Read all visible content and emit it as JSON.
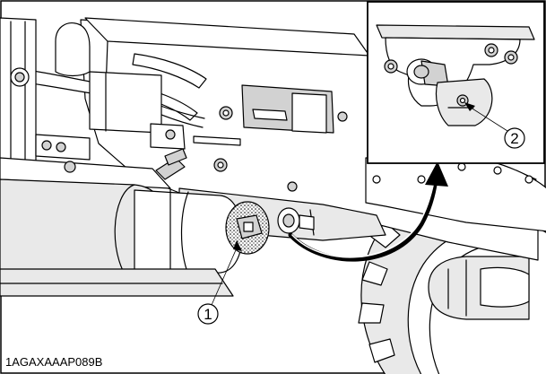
{
  "figure": {
    "callouts": [
      {
        "number": "1"
      },
      {
        "number": "2"
      }
    ],
    "figure_code": "1AGAXAAAP089B"
  }
}
